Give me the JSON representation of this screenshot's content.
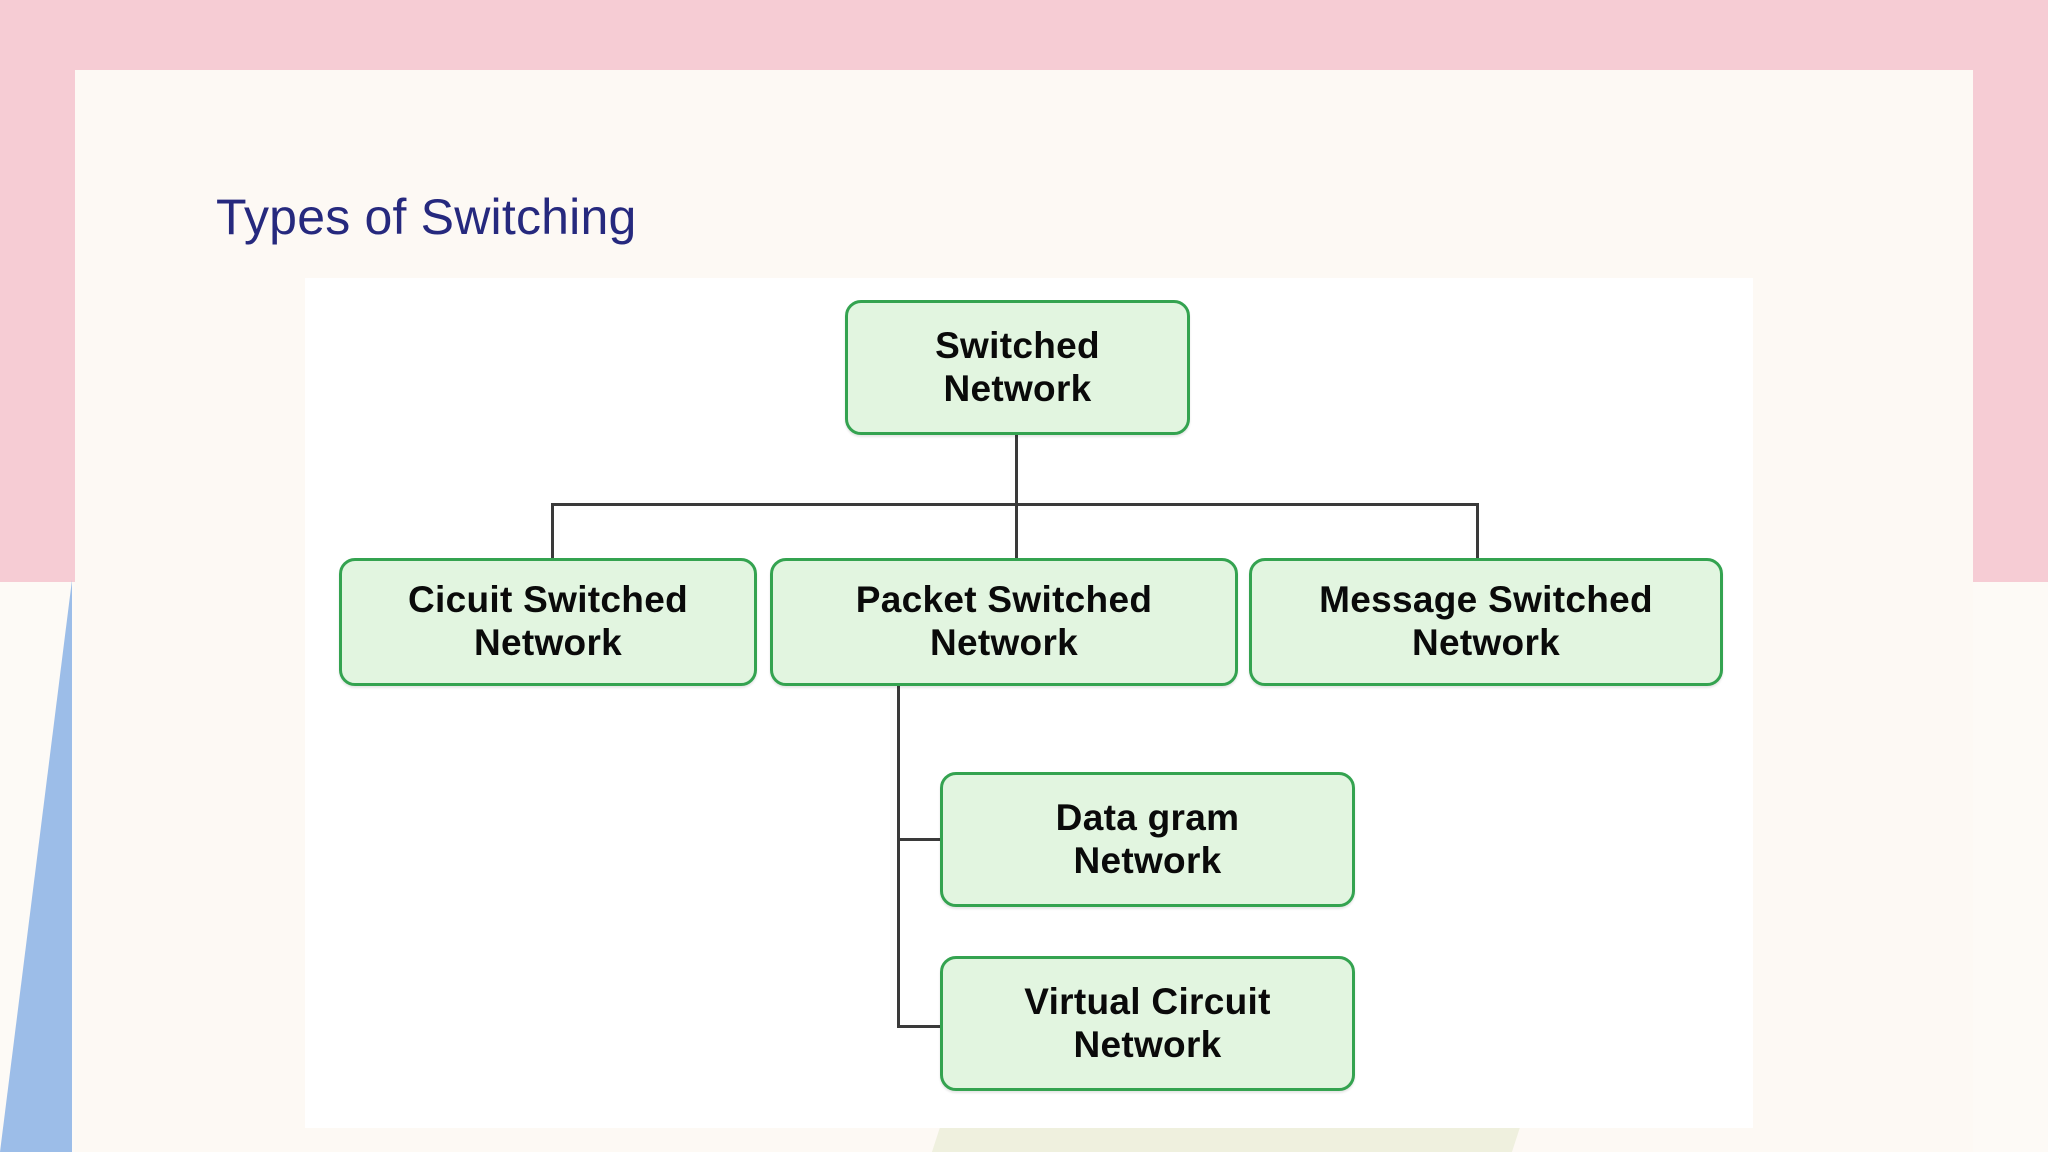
{
  "slide": {
    "title": "Types of Switching",
    "title_color": "#26297e",
    "background_color": "#fdf9f4",
    "accent_pink": "#f6ccd4",
    "accent_blue": "#9cbde8",
    "accent_cream": "#eff0de"
  },
  "diagram": {
    "type": "tree",
    "canvas_background": "#ffffff",
    "node_fill": "#e2f5e0",
    "node_border": "#34a350",
    "connector_color": "#3a3a3a",
    "nodes": {
      "root": {
        "label": "Switched\nNetwork",
        "level": 0
      },
      "circuit": {
        "label": "Cicuit Switched\nNetwork",
        "level": 1
      },
      "packet": {
        "label": "Packet Switched\nNetwork",
        "level": 1
      },
      "message": {
        "label": "Message Switched\nNetwork",
        "level": 1
      },
      "datagram": {
        "label": "Data gram\nNetwork",
        "level": 2
      },
      "virtual": {
        "label": "Virtual Circuit\nNetwork",
        "level": 2
      }
    }
  }
}
